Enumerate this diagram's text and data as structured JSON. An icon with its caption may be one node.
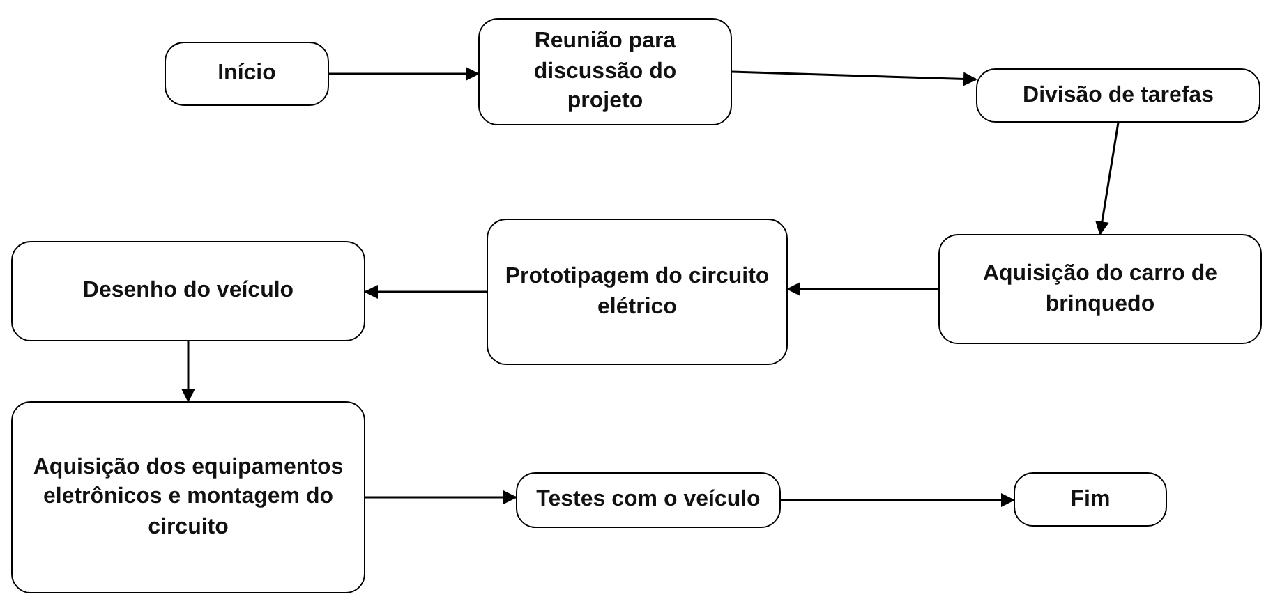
{
  "diagram": {
    "nodes": [
      {
        "text": [
          "Início"
        ]
      },
      {
        "text": [
          "Reunião para discussão do projeto"
        ]
      },
      {
        "text": [
          "Divisão de tarefas"
        ]
      },
      {
        "text": [
          "Aquisição do carro de brinquedo"
        ]
      },
      {
        "text": [
          "Prototipagem do circuito elétrico"
        ]
      },
      {
        "text": [
          "Desenho do veículo"
        ]
      },
      {
        "text": [
          "Aquisição dos equipamentos eletrônicos e montagem do circuito"
        ]
      },
      {
        "text": [
          "Testes com o veículo"
        ]
      },
      {
        "text": [
          "Fim"
        ]
      }
    ],
    "edges": [
      {
        "from": 0,
        "to": 1,
        "arrow": "to"
      },
      {
        "from": 1,
        "to": 2,
        "arrow": "to"
      },
      {
        "from": 2,
        "to": 3,
        "arrow": "to"
      },
      {
        "from": 3,
        "to": 4,
        "arrow": "to"
      },
      {
        "from": 4,
        "to": 5,
        "arrow": "to"
      },
      {
        "from": 5,
        "to": 6,
        "arrow": "to"
      },
      {
        "from": 6,
        "to": 7,
        "arrow": "to"
      },
      {
        "from": 7,
        "to": 8,
        "arrow": "to"
      }
    ]
  }
}
